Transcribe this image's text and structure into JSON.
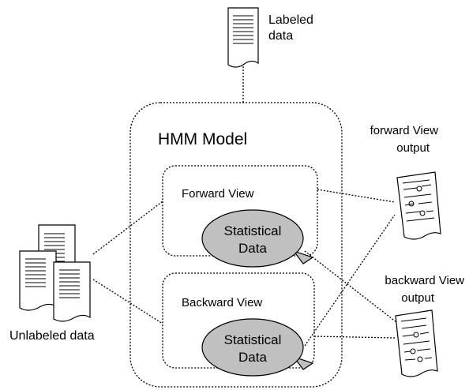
{
  "labels": {
    "labeled_data": [
      "Labeled",
      "data"
    ],
    "hmm_model": "HMM Model",
    "forward_view": "Forward View",
    "backward_view": "Backward View",
    "statistical_data": [
      "Statistical",
      "Data"
    ],
    "unlabeled_data": "Unlabeled data",
    "forward_output": [
      "forward View",
      "output"
    ],
    "backward_output": [
      "backward View",
      "output"
    ]
  },
  "colors": {
    "ellipse_fill": "#c0c0c0",
    "stroke": "#000000",
    "background": "#ffffff"
  },
  "icons": [
    "document-icon",
    "output-document-icon"
  ]
}
